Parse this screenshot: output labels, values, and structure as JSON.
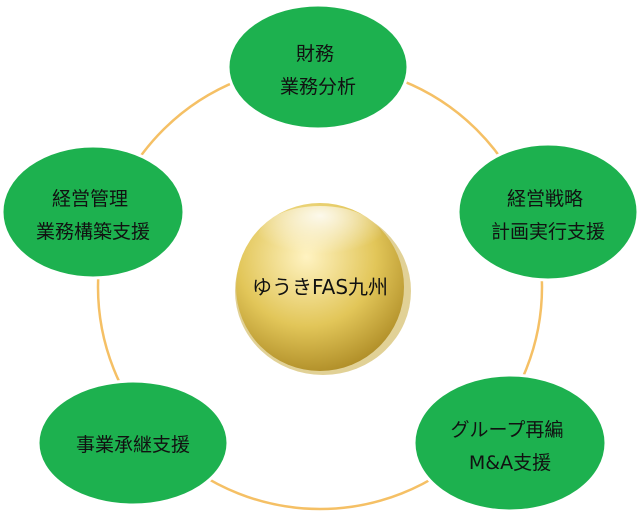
{
  "center": {
    "label": "ゆうきFAS九州"
  },
  "nodes": [
    {
      "id": "finance",
      "lines": [
        "財務",
        "業務分析"
      ]
    },
    {
      "id": "strategy",
      "lines": [
        "経営戦略",
        "計画実行支援"
      ]
    },
    {
      "id": "group",
      "lines": [
        "グループ再編",
        "M&A支援"
      ]
    },
    {
      "id": "succession",
      "lines": [
        "事業承継支援"
      ]
    },
    {
      "id": "management",
      "lines": [
        "経営管理",
        "業務構築支援"
      ]
    }
  ],
  "colors": {
    "node_fill": "#1db14f",
    "node_stroke": "#ffffff",
    "ring": "#f5c065",
    "gold_light": "#fff3c2",
    "gold_mid": "#e2c659",
    "gold_dark": "#a88520"
  }
}
